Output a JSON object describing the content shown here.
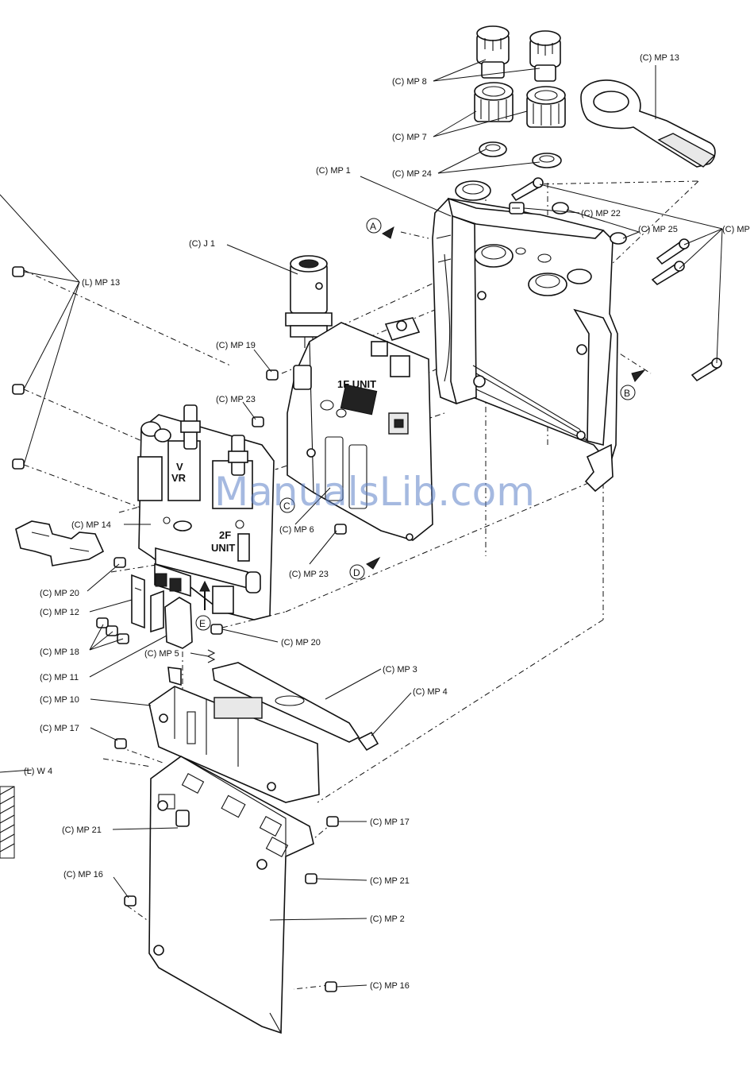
{
  "labels": {
    "mp8": "(C) MP 8",
    "mp7": "(C) MP 7",
    "mp24": "(C) MP 24",
    "mp13_top": "(C) MP 13",
    "mp1": "(C) MP 1",
    "mp22": "(C) MP 22",
    "mp25": "(C) MP 25",
    "mp_right": "(C) MP",
    "lmp13": "(L) MP 13",
    "j1": "(C) J 1",
    "mp19": "(C) MP 19",
    "mp23_top": "(C) MP 23",
    "mp14": "(C) MP 14",
    "mp6": "(C) MP 6",
    "mp23_bot": "(C) MP 23",
    "mp20_left": "(C) MP 20",
    "mp12": "(C) MP 12",
    "mp18": "(C) MP 18",
    "mp11": "(C) MP 11",
    "mp20_mid": "(C) MP 20",
    "mp5": "(C) MP 5",
    "mp3": "(C) MP 3",
    "mp4": "(C) MP 4",
    "mp10": "(C) MP 10",
    "mp17_left": "(C) MP 17",
    "lw4": "(L) W 4",
    "mp17_right": "(C) MP 17",
    "mp21_left": "(C) MP 21",
    "mp21_right": "(C) MP 21",
    "mp16_left": "(C) MP 16",
    "mp2": "(C) MP 2",
    "mp16_right": "(C) MP 16"
  },
  "board_text": {
    "unit_1f": "1F UNIT",
    "unit_2f_a": "2F",
    "unit_2f_b": "UNIT",
    "vr_a": "V",
    "vr_b": "VR"
  },
  "markers": {
    "a": "A",
    "b": "B",
    "c": "C",
    "d": "D",
    "e": "E"
  },
  "watermark": "ManualsLib.com"
}
